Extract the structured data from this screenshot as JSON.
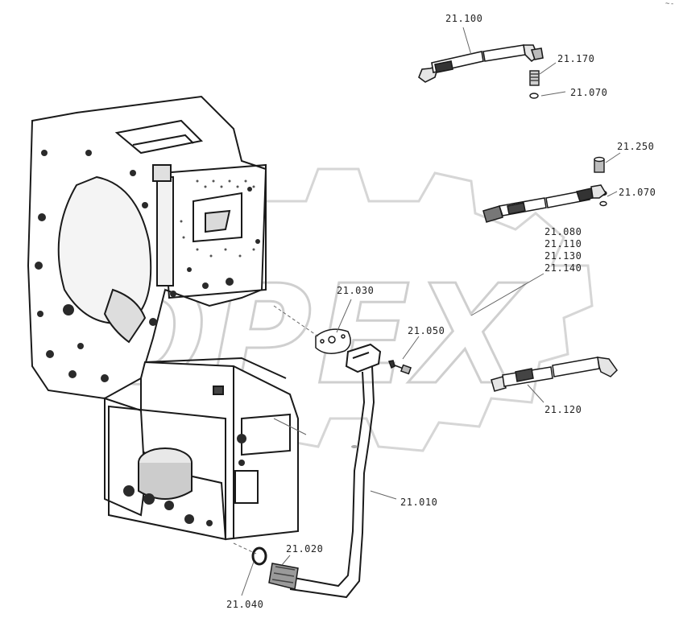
{
  "watermark": {
    "text": "OPEX",
    "color": "#d9d9d9"
  },
  "corner_mark": "~-",
  "colors": {
    "ink": "#1a1a1a",
    "line": "#333333",
    "watermark": "#dcdcdc"
  },
  "callouts": [
    {
      "id": "c-21-100",
      "text": "21.100"
    },
    {
      "id": "c-21-170",
      "text": "21.170"
    },
    {
      "id": "c-21-070-top",
      "text": "21.070"
    },
    {
      "id": "c-21-250",
      "text": "21.250"
    },
    {
      "id": "c-21-070-mid",
      "text": "21.070"
    },
    {
      "id": "c-21-080",
      "text": "21.080"
    },
    {
      "id": "c-21-110",
      "text": "21.110"
    },
    {
      "id": "c-21-130",
      "text": "21.130"
    },
    {
      "id": "c-21-140",
      "text": "21.140"
    },
    {
      "id": "c-21-030",
      "text": "21.030"
    },
    {
      "id": "c-21-050",
      "text": "21.050"
    },
    {
      "id": "c-21-120",
      "text": "21.120"
    },
    {
      "id": "c-21-010",
      "text": "21.010"
    },
    {
      "id": "c-21-020",
      "text": "21.020"
    },
    {
      "id": "c-21-040",
      "text": "21.040"
    }
  ]
}
